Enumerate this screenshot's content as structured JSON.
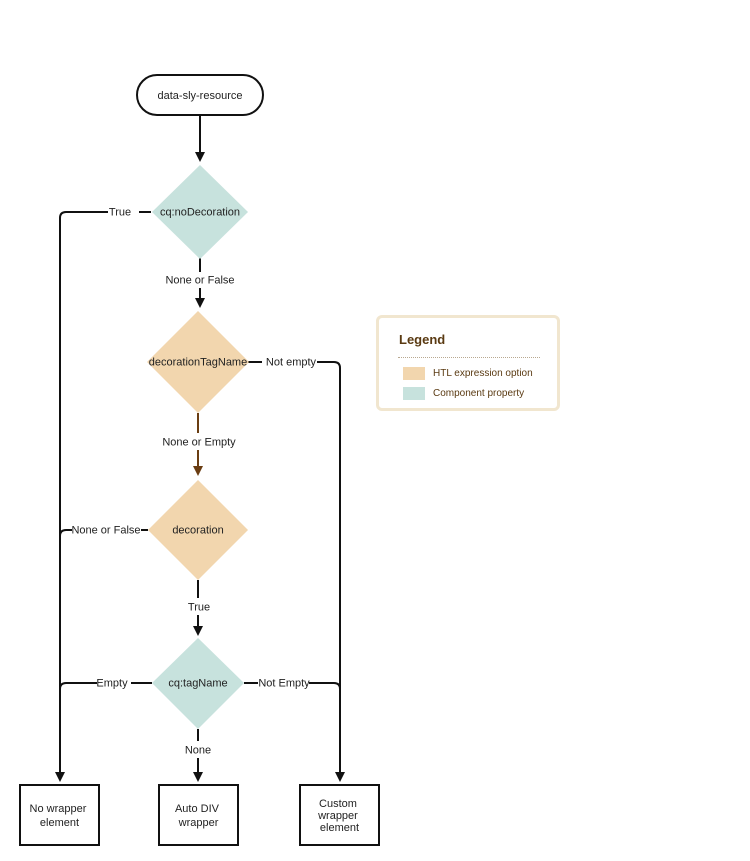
{
  "colors": {
    "htl": "#f2d6ae",
    "component": "#c7e2dd",
    "edge": "#111111",
    "edge_accent": "#6a3d12",
    "legend_text": "#5a3a12"
  },
  "nodes": {
    "start": "data-sly-resource",
    "no_decoration": "cq:noDecoration",
    "decoration_tag_name": "decorationTagName",
    "decoration": "decoration",
    "tag_name": "cq:tagName",
    "no_wrapper": [
      "No wrapper",
      "element"
    ],
    "auto_div": [
      "Auto DIV",
      "wrapper"
    ],
    "custom_wrapper": [
      "Custom",
      "wrapper",
      "element"
    ]
  },
  "edges": {
    "no_decoration_true": "True",
    "no_decoration_none_false": "None or False",
    "decoration_tag_name_not_empty": "Not empty",
    "decoration_tag_name_none_empty": "None or Empty",
    "decoration_none_false": "None or False",
    "decoration_true": "True",
    "tag_name_empty": "Empty",
    "tag_name_not_empty": "Not Empty",
    "tag_name_none": "None"
  },
  "legend": {
    "title": "Legend",
    "items": [
      {
        "label": "HTL expression option",
        "color": "#f2d6ae"
      },
      {
        "label": "Component property",
        "color": "#c7e2dd"
      }
    ]
  }
}
